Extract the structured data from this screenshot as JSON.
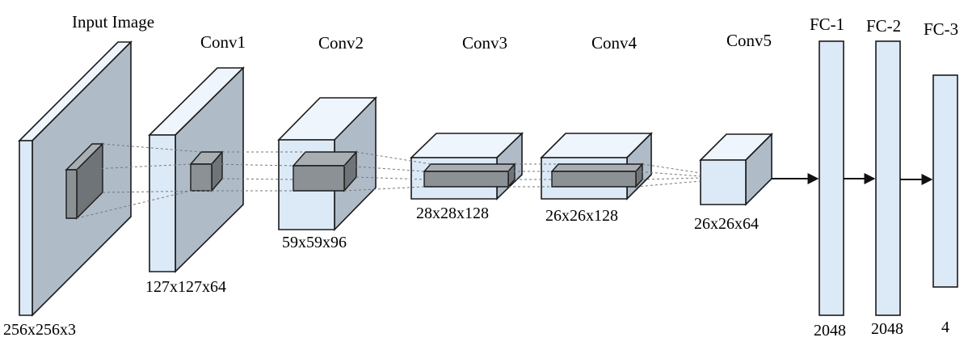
{
  "layers": {
    "input": {
      "title": "Input Image",
      "dims": "256x256x3"
    },
    "conv1": {
      "title": "Conv1",
      "dims": "127x127x64"
    },
    "conv2": {
      "title": "Conv2",
      "dims": "59x59x96"
    },
    "conv3": {
      "title": "Conv3",
      "dims": "28x28x128"
    },
    "conv4": {
      "title": "Conv4",
      "dims": "26x26x128"
    },
    "conv5": {
      "title": "Conv5",
      "dims": "26x26x64"
    },
    "fc1": {
      "title": "FC-1",
      "dims": "2048"
    },
    "fc2": {
      "title": "FC-2",
      "dims": "2048"
    },
    "fc3": {
      "title": "FC-3",
      "dims": "4"
    }
  },
  "colors": {
    "block_front": "#dce9f6",
    "block_side": "#afbcc8",
    "kernel": "#8c9196"
  }
}
